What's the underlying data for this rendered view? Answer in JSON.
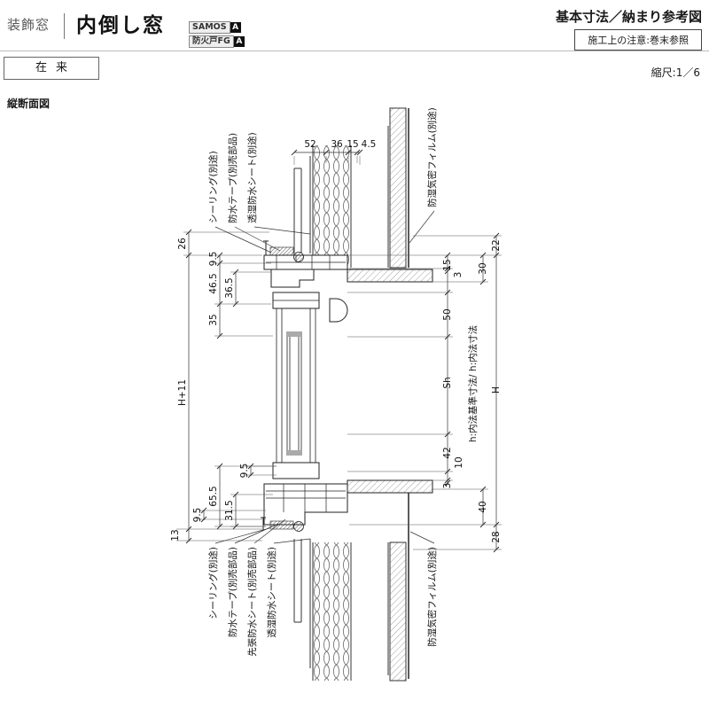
{
  "header": {
    "category": "装飾窓",
    "title": "内倒し窓",
    "badges": [
      {
        "name": "SAMOS",
        "mark": "A"
      },
      {
        "name": "防火戸FG",
        "mark": "A"
      }
    ],
    "right_title": "基本寸法／納まり参考図",
    "note": "施工上の注意:巻末参照",
    "scale": "縮尺:1／6",
    "construction_type": "在来",
    "view_label": "縦断面図"
  },
  "drawing": {
    "dims": {
      "top": [
        "52",
        "36",
        "15",
        "4.5"
      ],
      "left_outer": {
        "d26": "26",
        "dH11": "H+11",
        "d13": "13"
      },
      "left_inner": {
        "d95a": "9.5",
        "d465": "46.5",
        "d365": "36.5",
        "d35": "35"
      },
      "left_lower": {
        "d95b": "9.5",
        "d655": "65.5",
        "d315": "31.5",
        "d95c": "9.5"
      },
      "right_inner": {
        "d15": "15",
        "d3a": "3",
        "d50": "50",
        "dSh": "Sh",
        "d42": "42",
        "d10": "10",
        "d3b": "3"
      },
      "right_mid": {
        "d30": "30",
        "d40": "40"
      },
      "right_outer": {
        "d22": "22",
        "dH": "H",
        "d28": "28"
      }
    },
    "inner_note": "h:内法基準寸法/ h:内法寸法",
    "callouts": {
      "top": [
        "シーリング(別途)",
        "防水テープ(別売部品)",
        "透湿防水シート(別途)",
        "防湿気密フィルム(別途)"
      ],
      "bottom": [
        "シーリング(別途)",
        "防水テープ(別売部品)",
        "先張防水シート(別売部品)",
        "透湿防水シート(別途)",
        "防湿気密フィルム(別途)"
      ]
    }
  }
}
